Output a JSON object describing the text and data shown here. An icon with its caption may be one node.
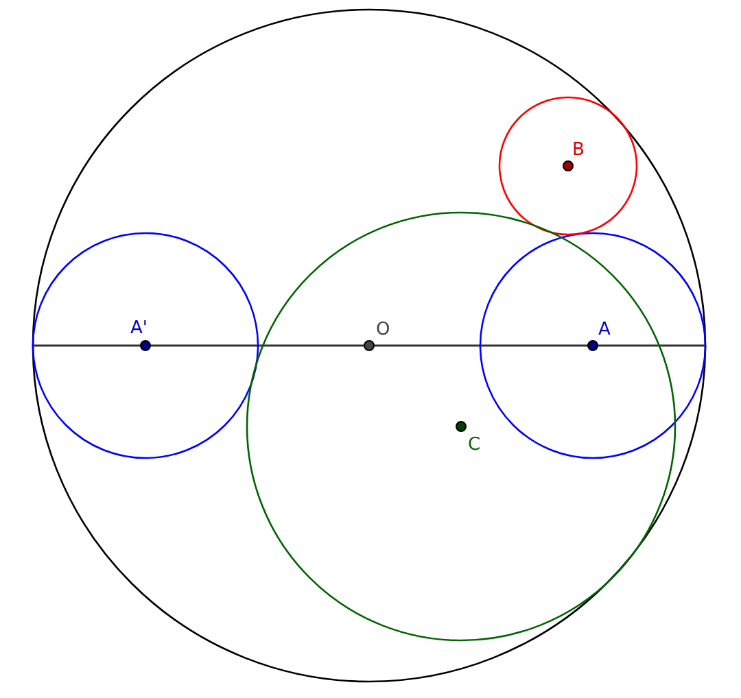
{
  "diagram": {
    "labels": [
      "B",
      "A'",
      "O",
      "A",
      "C"
    ]
  }
}
